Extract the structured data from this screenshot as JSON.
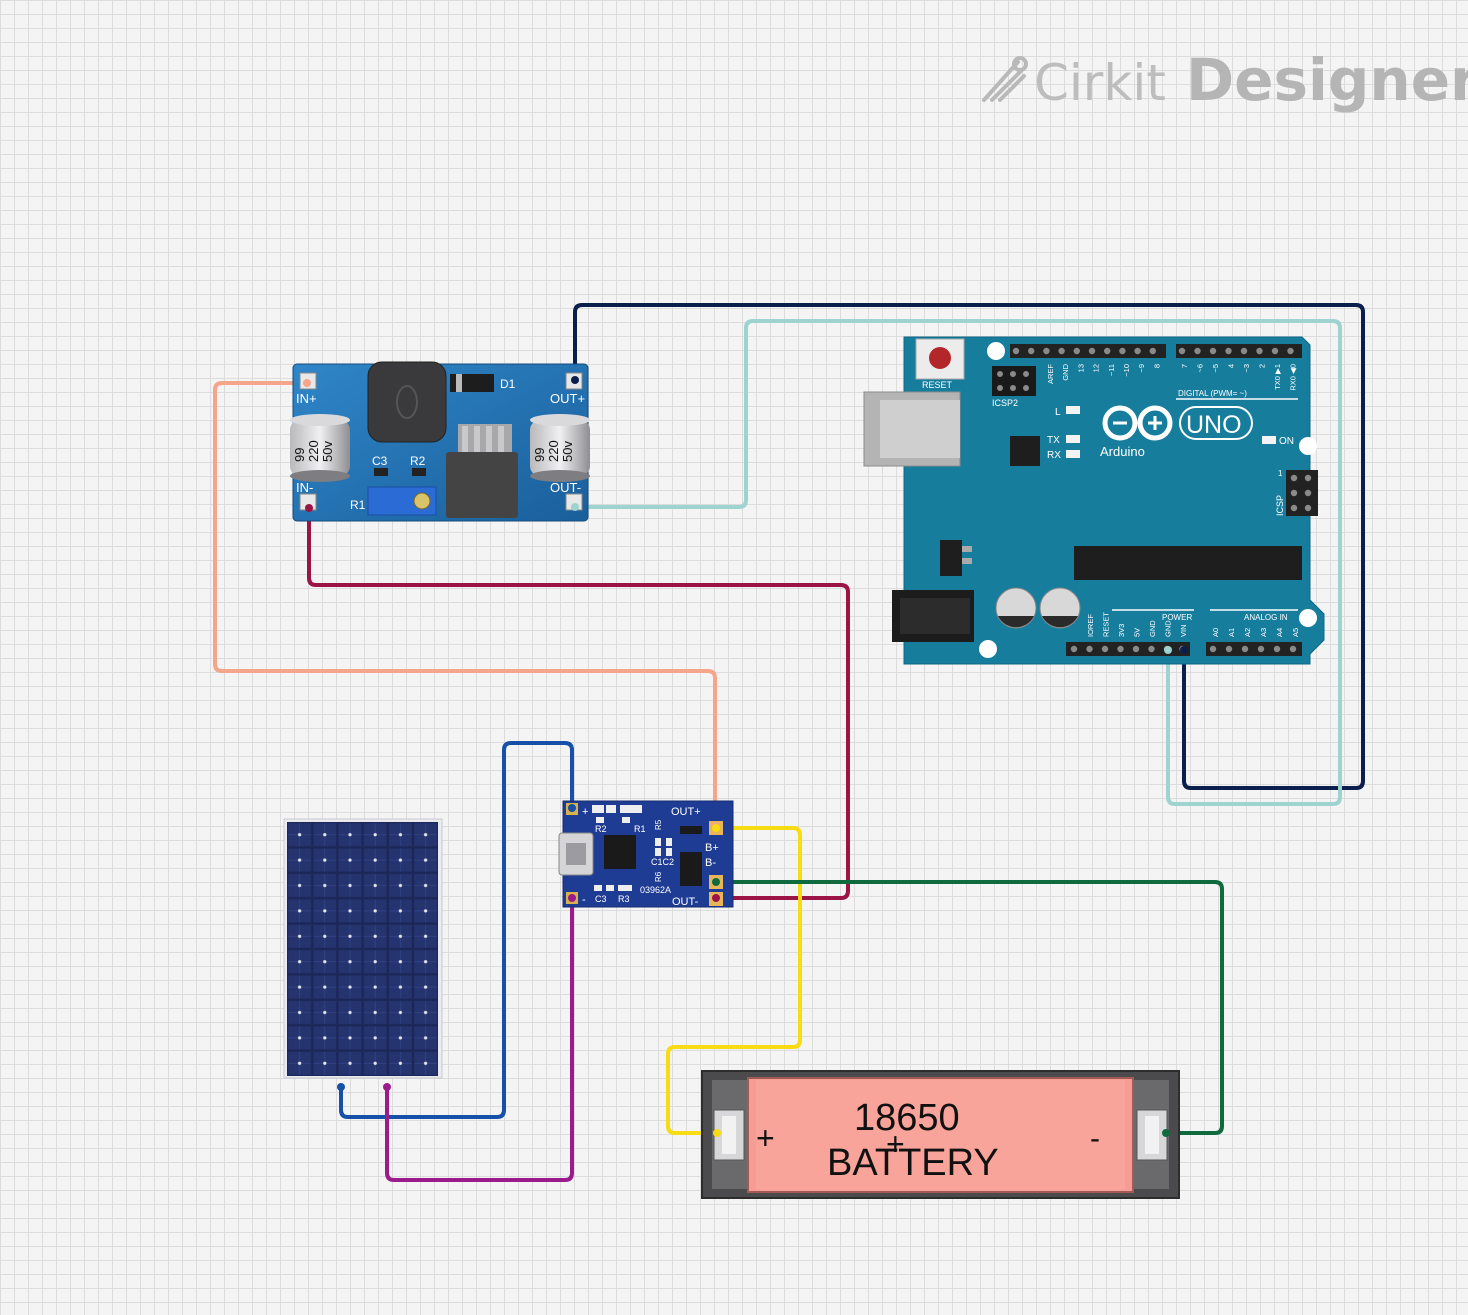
{
  "brand": {
    "name_light": "Cirkit",
    "name_bold": "Designer"
  },
  "buck_converter": {
    "pins": {
      "in_plus": "IN+",
      "in_minus": "IN-",
      "out_plus": "OUT+",
      "out_minus": "OUT-"
    },
    "labels": {
      "d1": "D1",
      "c3": "C3",
      "r2": "R2",
      "r1": "R1"
    },
    "cap_text": {
      "value": "220",
      "code": "99",
      "voltage": "50v"
    }
  },
  "arduino": {
    "labels": {
      "reset": "RESET",
      "icsp2": "ICSP2",
      "l": "L",
      "tx": "TX",
      "rx": "RX",
      "brand": "Arduino",
      "model": "UNO",
      "on": "ON",
      "icsp": "ICSP",
      "digital": "DIGITAL (PWM= ~)",
      "power": "POWER",
      "analog": "ANALOG IN",
      "one": "1"
    },
    "power_pins": [
      "IOREF",
      "RESET",
      "3V3",
      "5V",
      "GND",
      "GND",
      "VIN"
    ],
    "analog_pins": [
      "A0",
      "A1",
      "A2",
      "A3",
      "A4",
      "A5"
    ],
    "digital_pins_left": [
      "AREF",
      "GND",
      "13",
      "12",
      "~11",
      "~10",
      "~9",
      "8"
    ],
    "digital_pins_right": [
      "7",
      "~6",
      "~5",
      "4",
      "~3",
      "2",
      "TX0 ▶1",
      "RX0 ◀0"
    ]
  },
  "charger": {
    "labels": {
      "out_plus": "OUT+",
      "out_minus": "OUT-",
      "b_plus": "B+",
      "b_minus": "B-",
      "plus": "+",
      "minus": "-",
      "r1": "R1",
      "r2": "R2",
      "r3": "R3",
      "r5": "R5",
      "r6": "R6",
      "c1c2": "C1C2",
      "c3": "C3",
      "chip": "03962A"
    }
  },
  "battery": {
    "line1": "18650",
    "line2": "BATTERY",
    "plus": "+",
    "minus": "-"
  },
  "wires": {
    "colors": {
      "navy": "#0b1f4d",
      "teal": "#9ed3cf",
      "salmon": "#f4a58a",
      "crimson": "#9c1446",
      "blue": "#1650a8",
      "purple": "#9c1b8c",
      "yellow": "#f7dc13",
      "green": "#0f6b3d"
    }
  }
}
